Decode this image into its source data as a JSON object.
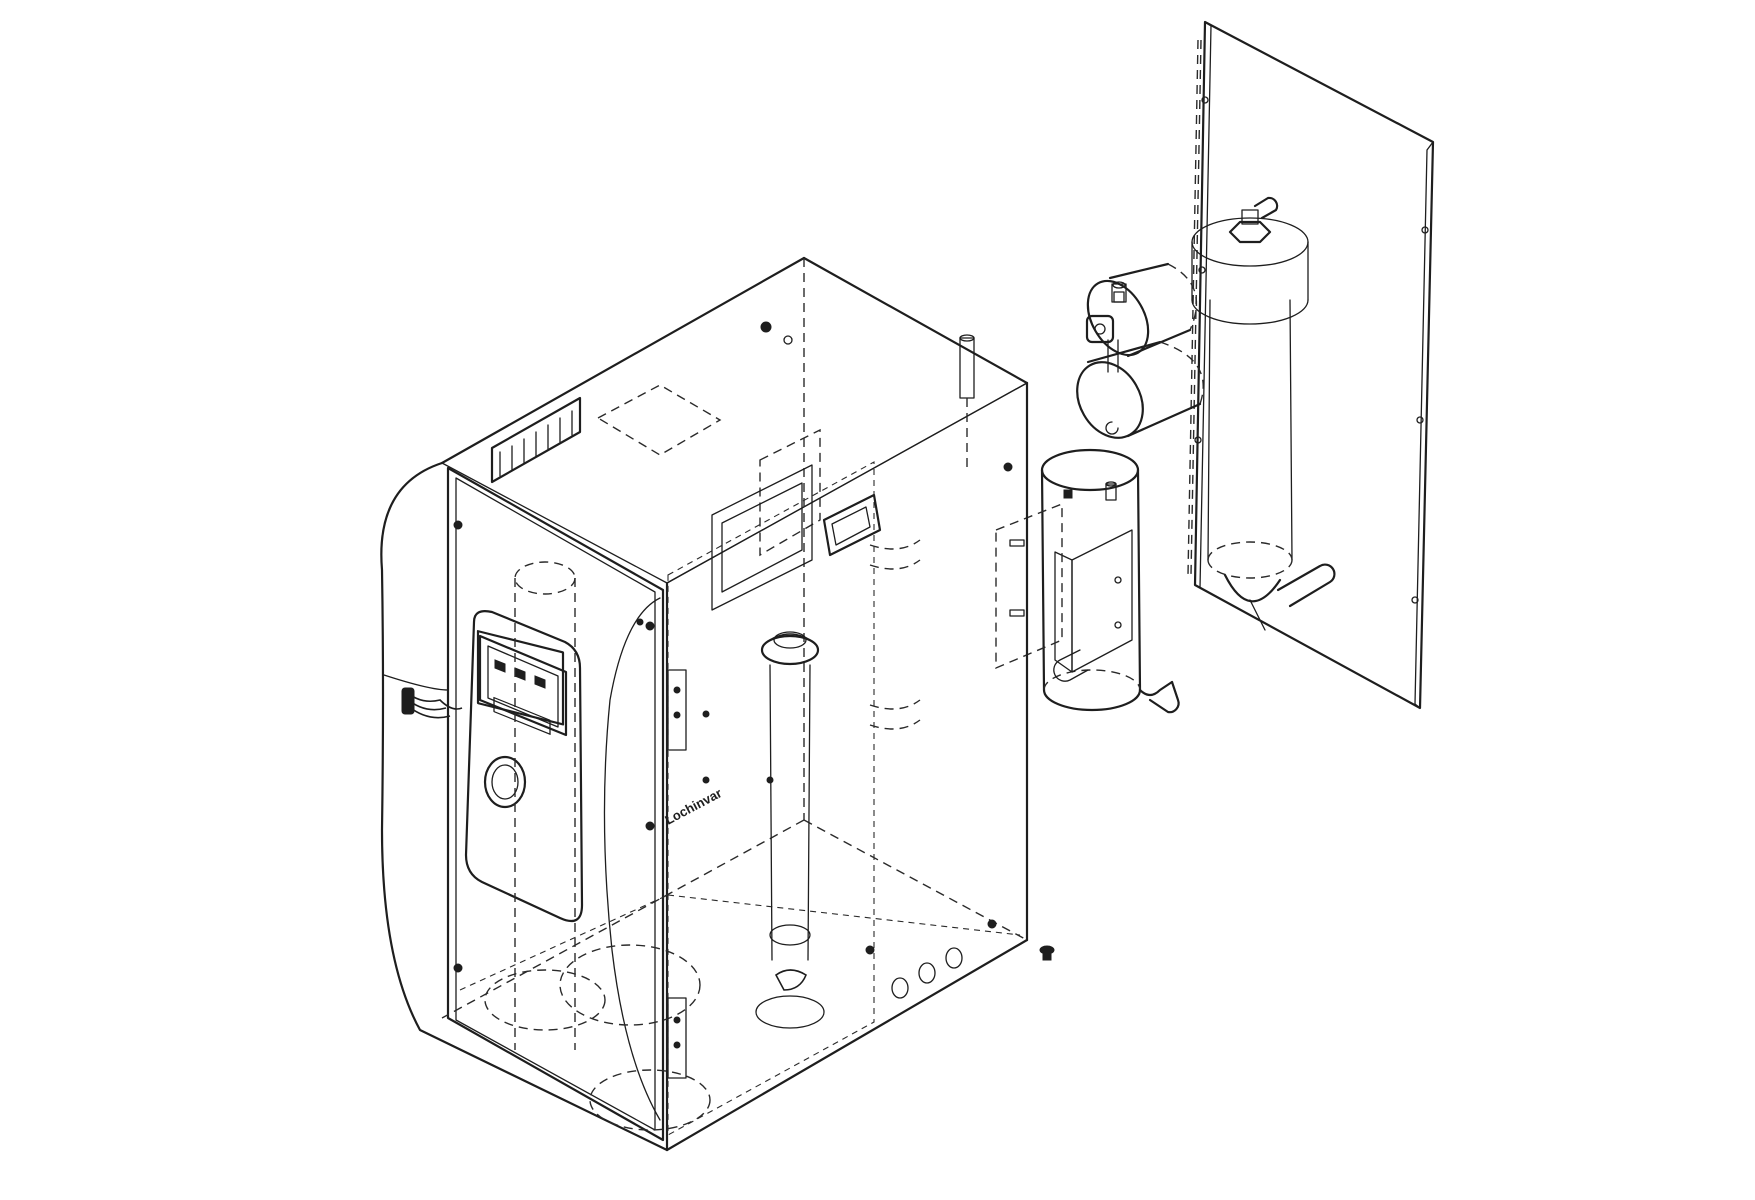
{
  "diagram": {
    "type": "exploded-isometric-line-drawing",
    "brand_mark": "Lochinvar",
    "line_color": "#1e1e1e",
    "background": "#ffffff",
    "parts": [
      "cabinet-enclosure",
      "control-panel",
      "tank-cylinders",
      "filter-canister",
      "cylindrical-vessel",
      "side-panel",
      "mounting-screw"
    ]
  }
}
